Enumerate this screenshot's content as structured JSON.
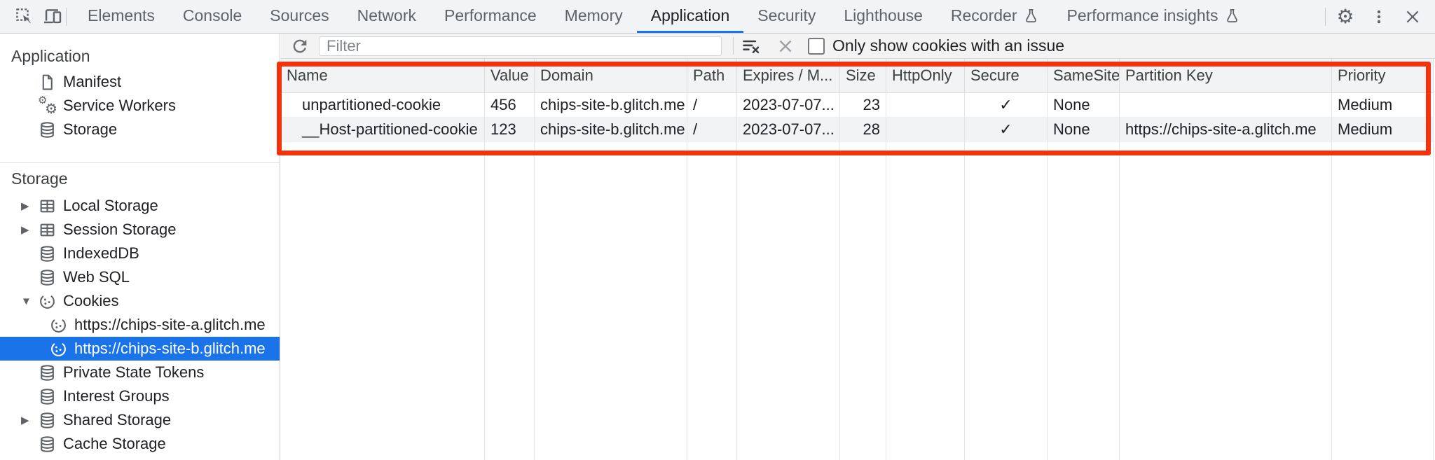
{
  "tabbar": {
    "active_tab": "Application",
    "tabs": [
      {
        "label": "Elements"
      },
      {
        "label": "Console"
      },
      {
        "label": "Sources"
      },
      {
        "label": "Network"
      },
      {
        "label": "Performance"
      },
      {
        "label": "Memory"
      },
      {
        "label": "Application"
      },
      {
        "label": "Security"
      },
      {
        "label": "Lighthouse"
      },
      {
        "label": "Recorder",
        "experiment_icon": "flask-icon"
      },
      {
        "label": "Performance insights",
        "experiment_icon": "flask-icon"
      }
    ]
  },
  "sidebar": {
    "application_section": {
      "header": "Application",
      "items": [
        {
          "label": "Manifest",
          "icon": "manifest-file-icon"
        },
        {
          "label": "Service Workers",
          "icon": "service-workers-gears-icon"
        },
        {
          "label": "Storage",
          "icon": "database-icon"
        }
      ]
    },
    "storage_section": {
      "header": "Storage",
      "items": [
        {
          "label": "Local Storage",
          "icon": "table-icon",
          "expander": "▶"
        },
        {
          "label": "Session Storage",
          "icon": "table-icon",
          "expander": "▶"
        },
        {
          "label": "IndexedDB",
          "icon": "database-icon"
        },
        {
          "label": "Web SQL",
          "icon": "database-icon"
        },
        {
          "label": "Cookies",
          "icon": "cookie-icon",
          "expander": "▼"
        },
        {
          "label": "https://chips-site-a.glitch.me",
          "icon": "cookie-icon",
          "child": true
        },
        {
          "label": "https://chips-site-b.glitch.me",
          "icon": "cookie-icon",
          "child": true,
          "selected": true
        },
        {
          "label": "Private State Tokens",
          "icon": "database-icon"
        },
        {
          "label": "Interest Groups",
          "icon": "database-icon"
        },
        {
          "label": "Shared Storage",
          "icon": "database-icon",
          "expander": "▶"
        },
        {
          "label": "Cache Storage",
          "icon": "database-icon"
        }
      ]
    }
  },
  "cookies_toolbar": {
    "filter_placeholder": "Filter",
    "issue_checkbox_label": "Only show cookies with an issue",
    "issue_checkbox_checked": false
  },
  "cookies_table": {
    "columns": [
      "Name",
      "Value",
      "Domain",
      "Path",
      "Expires / M...",
      "Size",
      "HttpOnly",
      "Secure",
      "SameSite",
      "Partition Key",
      "Priority"
    ],
    "rows": [
      {
        "cells": [
          "unpartitioned-cookie",
          "456",
          "chips-site-b.glitch.me",
          "/",
          "2023-07-07...",
          "23",
          "",
          "✓",
          "None",
          "",
          "Medium"
        ]
      },
      {
        "cells": [
          "__Host-partitioned-cookie",
          "123",
          "chips-site-b.glitch.me",
          "/",
          "2023-07-07...",
          "28",
          "",
          "✓",
          "None",
          "https://chips-site-a.glitch.me",
          "Medium"
        ]
      }
    ]
  },
  "icons": {
    "settings_glyph": "⚙",
    "kebab_glyph": "⋮",
    "expander_collapsed": "▶",
    "expander_expanded": "▼",
    "secure_check": "✓"
  },
  "colors": {
    "accent_blue": "#1a73e8",
    "selected_item_bg": "#1a73e8",
    "annotation_red": "#f4330d",
    "toolbar_bg": "#f1f3f4"
  },
  "annotation": {
    "description": "red highlight rectangle around cookie table header and rows"
  }
}
